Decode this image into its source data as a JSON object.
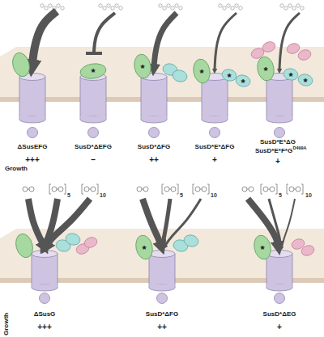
{
  "diagram": {
    "labels": [
      "*",
      "*",
      "*",
      "*",
      "*",
      "*",
      "*",
      "*",
      "ΔSusEFG",
      "SusD*ΔEFG",
      "SusD*ΔFG",
      "SusD*E*ΔFG",
      "SusD*E*ΔG",
      "SusD*E*F*G",
      "D499A",
      "Growth",
      "+++",
      "–",
      "++",
      "+",
      "+",
      "5",
      "10",
      "5",
      "10",
      "5",
      "10",
      "*",
      "*",
      "ΔSusG",
      "SusD*ΔFG",
      "SusD*ΔEG",
      "Growth",
      "+++",
      "++",
      "+"
    ]
  }
}
